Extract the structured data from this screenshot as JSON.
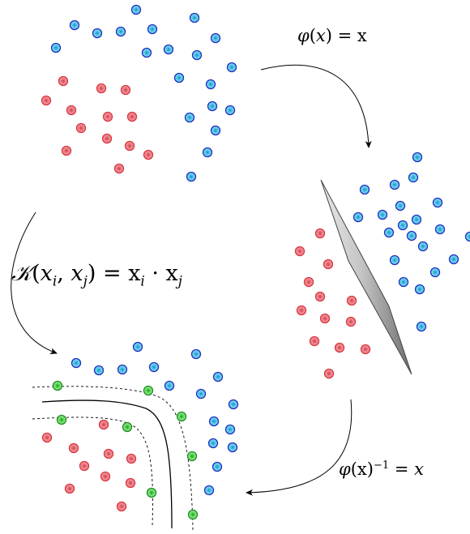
{
  "labels": {
    "phi_forward": {
      "phi": "φ",
      "open": "(",
      "x": "x",
      "close": ")",
      "eq": " = ",
      "rhs": "x"
    },
    "kernel": {
      "K": "𝒦",
      "open": "(",
      "xi": "x",
      "i": "i",
      "comma": ", ",
      "xj": "x",
      "j": "j",
      "close": ")",
      "eq": " = ",
      "a": "x",
      "ai": "i",
      "dot": " · ",
      "b": "x",
      "bj": "j"
    },
    "phi_inverse": {
      "phi": "φ",
      "open": "(",
      "x": "x",
      "close": ")",
      "exp": "−1",
      "eq": " = ",
      "rhs": "x"
    }
  },
  "colors": {
    "red_fill": "#f08a90",
    "red_stroke": "#d9323c",
    "blue_fill": "#5ac8e8",
    "blue_stroke": "#1a2fbf",
    "green_fill": "#66dd66",
    "green_stroke": "#208a20",
    "plane": "#9a9a9a"
  },
  "panels": {
    "input_space": "input-space-scatter",
    "feature_space": "feature-space-scatter",
    "kernel_result": "kernel-decision-boundary"
  }
}
